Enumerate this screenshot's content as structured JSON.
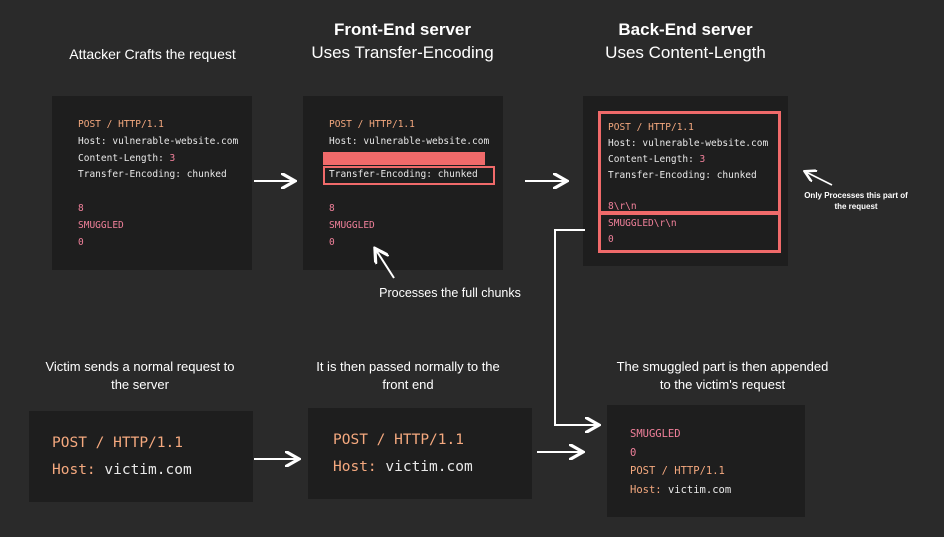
{
  "headers": {
    "attacker": "Attacker Crafts the request",
    "front_title": "Front-End server",
    "front_sub": "Uses Transfer-Encoding",
    "back_title": "Back-End server",
    "back_sub": "Uses Content-Length"
  },
  "request": {
    "method": "POST",
    "slash": "/",
    "proto": "HTTP/1.1",
    "host_key": "Host:",
    "host_val": "vulnerable-website.com",
    "cl_key": "Content-Length:",
    "cl_val": "3",
    "te_key": "Transfer-Encoding:",
    "te_val": "chunked",
    "chunk_size": "8",
    "chunk_body": "SMUGGLED",
    "terminator": "0",
    "chunk_size_crlf": "8\\r\\n",
    "chunk_body_crlf": "SMUGGLED\\r\\n"
  },
  "labels": {
    "processes_full": "Processes the full chunks",
    "only_processes": "Only Processes this part of the request",
    "victim_sends": "Victim sends a normal request to the server",
    "passed_normally": "It is then passed normally to the front end",
    "smuggled_appended": "The smuggled part is then appended to the victim's request"
  },
  "victim": {
    "method": "POST",
    "slash": "/",
    "proto": "HTTP/1.1",
    "host_key": "Host:",
    "host_val": "victim.com"
  },
  "colors": {
    "background": "#2a2a2a",
    "code_bg": "#1e1e1e",
    "highlight": "#f06a6a",
    "keyword": "#f5a97f",
    "number": "#f0809a"
  }
}
